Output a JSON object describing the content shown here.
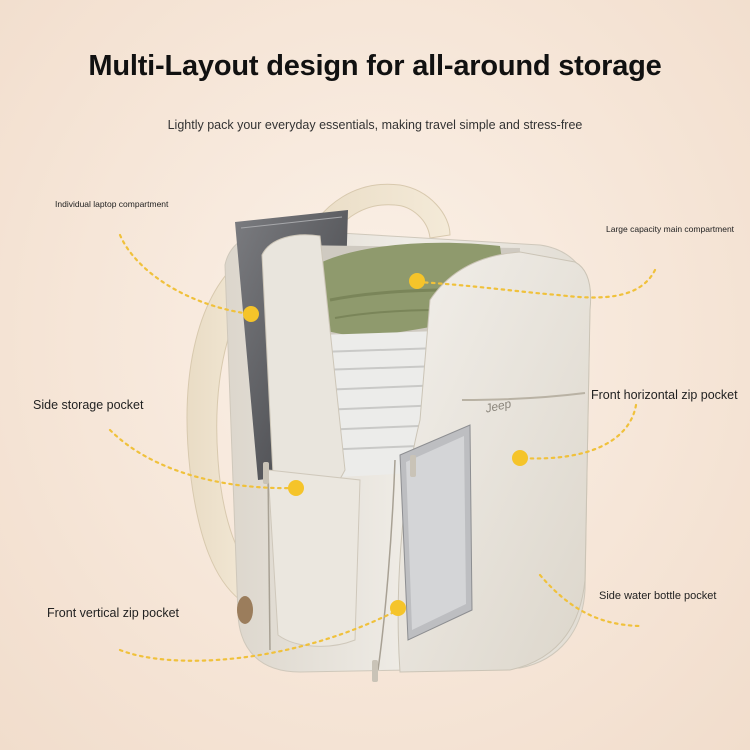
{
  "header": {
    "title": "Multi-Layout design for all-around storage",
    "subtitle": "Lightly pack your everyday essentials, making travel simple and stress-free"
  },
  "callouts": {
    "laptop": "Individual laptop compartment",
    "main": "Large capacity main compartment",
    "side_storage": "Side storage pocket",
    "front_horizontal": "Front horizontal zip pocket",
    "water_bottle": "Side water bottle pocket",
    "front_vertical": "Front vertical zip pocket"
  },
  "product": {
    "brand_logo": "Jeep"
  },
  "colors": {
    "background": "#f6e6d8",
    "accent_dot": "#f5c42a",
    "bag": "#eae6dd"
  }
}
